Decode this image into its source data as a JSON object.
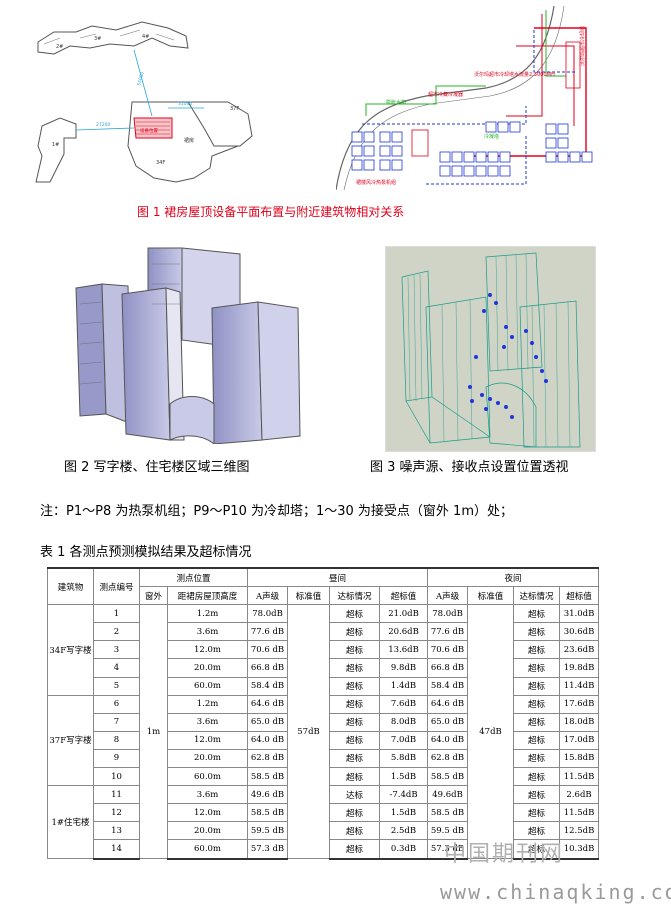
{
  "figures": {
    "fig1": {
      "caption": "图 1  裙房屋顶设备平面布置与附近建筑物相对关系",
      "site_labels": [
        "2#",
        "3#",
        "4#",
        "1#",
        "37F",
        "34F",
        "裙房",
        "设备位置",
        "27200",
        "55000",
        "31000"
      ],
      "equip_labels": [
        "沃尔玛超市冷却塔水流量2,300CMH",
        "超市冷藏冷凝器",
        "膨胀水箱",
        "冷凝塔",
        "裙楼风冷热泵机组",
        "沃尔玛超市冷却塔"
      ]
    },
    "fig2": {
      "caption": "图 2  写字楼、住宅楼区域三维图"
    },
    "fig3": {
      "caption": "图 3  噪声源、接收点设置位置透视"
    }
  },
  "note": "注：P1～P8 为热泵机组；P9～P10  为冷却塔；1～30 为接受点（窗外 1m）处；",
  "table": {
    "title": "表 1  各测点预测模拟结果及超标情况",
    "headers": {
      "building": "建筑物",
      "point_no": "测点编号",
      "location": "测点位置",
      "outside": "窗外",
      "height": "距裙房屋顶高度",
      "day": "昼间",
      "night": "夜间",
      "a_level": "A声级",
      "standard": "标准值",
      "status": "达标情况",
      "exceed": "超标值"
    },
    "outside_value": "1m",
    "day_standard": "57dB",
    "night_standard": "47dB",
    "groups": [
      {
        "building": "34F写字楼",
        "rows": [
          {
            "no": "1",
            "height": "1.2m",
            "day_a": "78.0dB",
            "day_status": "超标",
            "day_exceed": "21.0dB",
            "night_a": "78.0dB",
            "night_status": "超标",
            "night_exceed": "31.0dB"
          },
          {
            "no": "2",
            "height": "3.6m",
            "day_a": "77.6 dB",
            "day_status": "超标",
            "day_exceed": "20.6dB",
            "night_a": "77.6 dB",
            "night_status": "超标",
            "night_exceed": "30.6dB"
          },
          {
            "no": "3",
            "height": "12.0m",
            "day_a": "70.6 dB",
            "day_status": "超标",
            "day_exceed": "13.6dB",
            "night_a": "70.6 dB",
            "night_status": "超标",
            "night_exceed": "23.6dB"
          },
          {
            "no": "4",
            "height": "20.0m",
            "day_a": "66.8 dB",
            "day_status": "超标",
            "day_exceed": "9.8dB",
            "night_a": "66.8 dB",
            "night_status": "超标",
            "night_exceed": "19.8dB"
          },
          {
            "no": "5",
            "height": "60.0m",
            "day_a": "58.4 dB",
            "day_status": "超标",
            "day_exceed": "1.4dB",
            "night_a": "58.4 dB",
            "night_status": "超标",
            "night_exceed": "11.4dB"
          }
        ]
      },
      {
        "building": "37F写字楼",
        "rows": [
          {
            "no": "6",
            "height": "1.2m",
            "day_a": "64.6 dB",
            "day_status": "超标",
            "day_exceed": "7.6dB",
            "night_a": "64.6 dB",
            "night_status": "超标",
            "night_exceed": "17.6dB"
          },
          {
            "no": "7",
            "height": "3.6m",
            "day_a": "65.0 dB",
            "day_status": "超标",
            "day_exceed": "8.0dB",
            "night_a": "65.0 dB",
            "night_status": "超标",
            "night_exceed": "18.0dB"
          },
          {
            "no": "8",
            "height": "12.0m",
            "day_a": "64.0 dB",
            "day_status": "超标",
            "day_exceed": "7.0dB",
            "night_a": "64.0 dB",
            "night_status": "超标",
            "night_exceed": "17.0dB"
          },
          {
            "no": "9",
            "height": "20.0m",
            "day_a": "62.8 dB",
            "day_status": "超标",
            "day_exceed": "5.8dB",
            "night_a": "62.8 dB",
            "night_status": "超标",
            "night_exceed": "15.8dB"
          },
          {
            "no": "10",
            "height": "60.0m",
            "day_a": "58.5 dB",
            "day_status": "超标",
            "day_exceed": "1.5dB",
            "night_a": "58.5 dB",
            "night_status": "超标",
            "night_exceed": "11.5dB"
          }
        ]
      },
      {
        "building": "1#住宅楼",
        "rows": [
          {
            "no": "11",
            "height": "3.6m",
            "day_a": "49.6 dB",
            "day_status": "达标",
            "day_exceed": "-7.4dB",
            "night_a": "49.6dB",
            "night_status": "超标",
            "night_exceed": "2.6dB"
          },
          {
            "no": "12",
            "height": "12.0m",
            "day_a": "58.5 dB",
            "day_status": "超标",
            "day_exceed": "1.5dB",
            "night_a": "58.5 dB",
            "night_status": "超标",
            "night_exceed": "11.5dB"
          },
          {
            "no": "13",
            "height": "20.0m",
            "day_a": "59.5 dB",
            "day_status": "超标",
            "day_exceed": "2.5dB",
            "night_a": "59.5 dB",
            "night_status": "超标",
            "night_exceed": "12.5dB"
          },
          {
            "no": "14",
            "height": "60.0m",
            "day_a": "57.3 dB",
            "day_status": "超标",
            "day_exceed": "0.3dB",
            "night_a": "57.3 dB",
            "night_status": "超标",
            "night_exceed": "10.3dB"
          }
        ]
      }
    ]
  },
  "watermark": {
    "cn": "中国期刊网",
    "url": "www.chinaqking.com"
  }
}
